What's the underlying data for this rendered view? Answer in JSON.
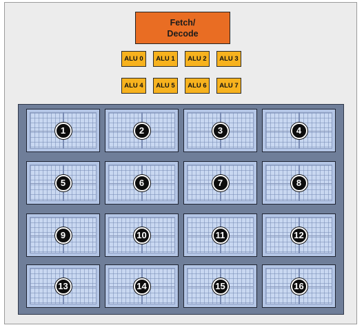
{
  "fetch_decode": {
    "label": "Fetch/\nDecode"
  },
  "alus": [
    {
      "label": "ALU 0"
    },
    {
      "label": "ALU 1"
    },
    {
      "label": "ALU 2"
    },
    {
      "label": "ALU 3"
    },
    {
      "label": "ALU 4"
    },
    {
      "label": "ALU 5"
    },
    {
      "label": "ALU 6"
    },
    {
      "label": "ALU 7"
    }
  ],
  "contexts": [
    {
      "number": "1"
    },
    {
      "number": "2"
    },
    {
      "number": "3"
    },
    {
      "number": "4"
    },
    {
      "number": "5"
    },
    {
      "number": "6"
    },
    {
      "number": "7"
    },
    {
      "number": "8"
    },
    {
      "number": "9"
    },
    {
      "number": "10"
    },
    {
      "number": "11"
    },
    {
      "number": "12"
    },
    {
      "number": "13"
    },
    {
      "number": "14"
    },
    {
      "number": "15"
    },
    {
      "number": "16"
    }
  ],
  "colors": {
    "fetch_decode": "#e96d23",
    "alu": "#f7b21e",
    "context_block": "#b4c6e6",
    "context_area": "#6f7e99",
    "badge": "#0d0d0d"
  }
}
